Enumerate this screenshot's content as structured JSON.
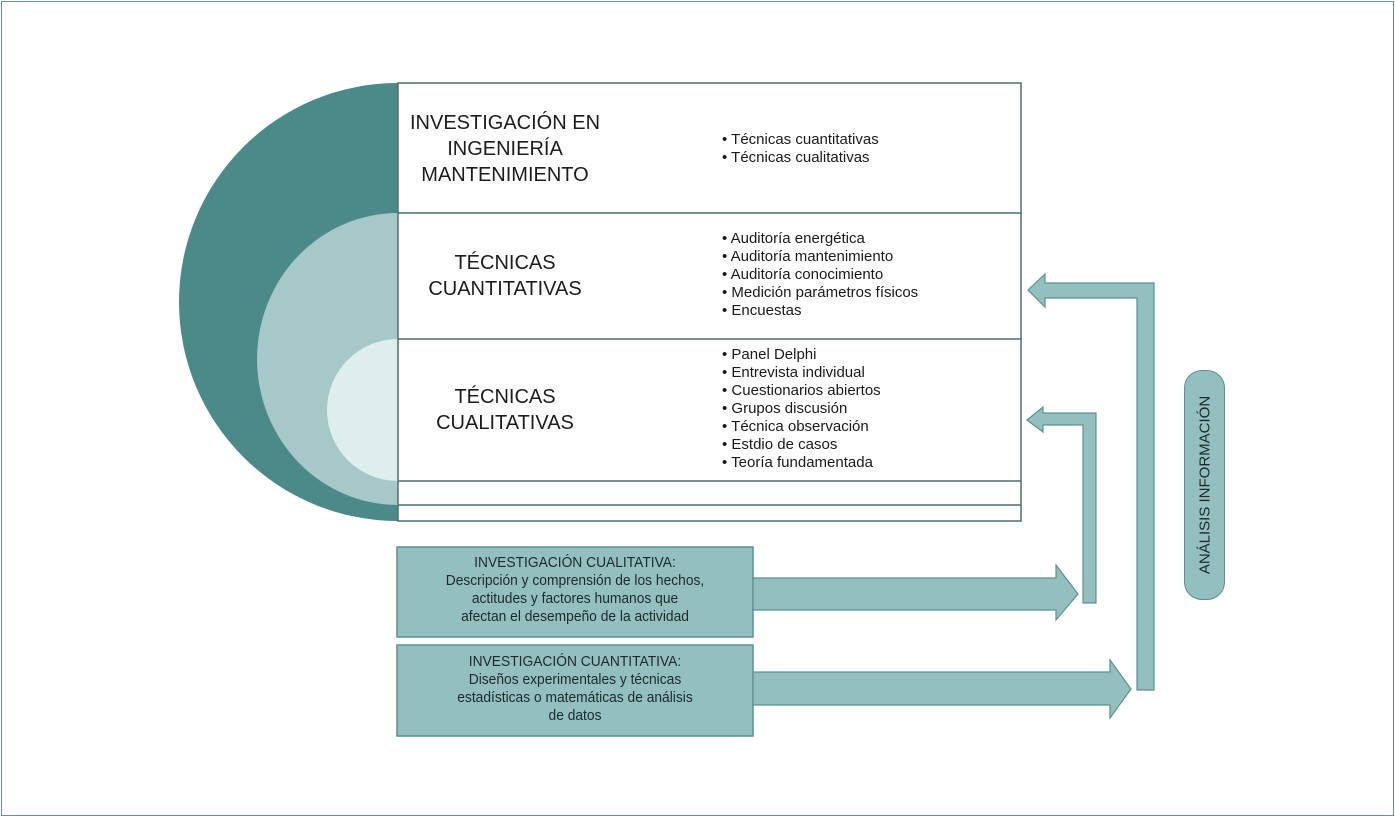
{
  "rows": [
    {
      "title": [
        "INVESTIGACIÓN EN",
        "INGENIERÍA",
        "MANTENIMIENTO"
      ],
      "items": [
        "Técnicas cuantitativas",
        "Técnicas cualitativas"
      ]
    },
    {
      "title": [
        "TÉCNICAS",
        "CUANTITATIVAS"
      ],
      "items": [
        "Auditoría energética",
        "Auditoría mantenimiento",
        "Auditoría conocimiento",
        "Medición parámetros físicos",
        "Encuestas"
      ]
    },
    {
      "title": [
        "TÉCNICAS",
        "CUALITATIVAS"
      ],
      "items": [
        "Panel Delphi",
        "Entrevista individual",
        "Cuestionarios abiertos",
        "Grupos discusión",
        "Técnica observación",
        "Estdio de casos",
        "Teoría fundamentada"
      ]
    }
  ],
  "boxes": [
    {
      "heading": "INVESTIGACIÓN CUALITATIVA:",
      "lines": [
        "Descripción y comprensión de los hechos,",
        "actitudes y factores humanos que",
        "afectan el desempeño de la actividad"
      ]
    },
    {
      "heading": "INVESTIGACIÓN CUANTITATIVA:",
      "lines": [
        "Diseños experimentales y técnicas",
        "estadísticas o matemáticas de análisis",
        "de datos"
      ]
    }
  ],
  "side_label": "ANÁLISIS INFORMACIÓN",
  "colors": {
    "outer": "#4b8a88",
    "middle": "#a6c8c8",
    "inner": "#deeeee",
    "arrow": "#93bfbf",
    "arrow_border": "#5f8f8f"
  }
}
